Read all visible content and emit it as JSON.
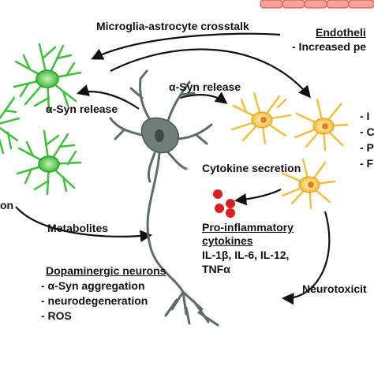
{
  "colors": {
    "microglia": "#3fbf3a",
    "astrocyte": "#f5c84a",
    "neuron": "#5c6b6b",
    "cytokine": "#d9211f",
    "endothelium": "#e4574a"
  },
  "icons": [
    "endothelial-cell-row-icon",
    "microglia-cell-icon",
    "neuron-icon",
    "astrocyte-cell-icon",
    "cytokine-dot-icon",
    "arrow-icon"
  ],
  "labels": {
    "crosstalk": "Microglia-astrocyte crosstalk",
    "syn_release_left": "α-Syn release",
    "syn_release_center": "α-Syn release",
    "cytokine_secretion": "Cytokine secretion",
    "metabolites": "Metabolites",
    "neurotoxicity": "Neurotoxicit",
    "left_edge_word": "on",
    "endothelium_title": "Endotheli",
    "endothelium_item": "- Increased pe"
  },
  "astro_effects_partial": [
    "- I",
    "- C",
    "- P",
    "- F"
  ],
  "pro_inflammatory": {
    "title_line1": "Pro-inflammatory",
    "title_line2": "cytokines",
    "list_line1": "IL-1β, IL-6, IL-12,",
    "list_line2": "TNFα"
  },
  "dopaminergic": {
    "title": "Dopaminergic neurons",
    "items": [
      "- α-Syn aggregation",
      "- neurodegeneration",
      "- ROS"
    ]
  }
}
